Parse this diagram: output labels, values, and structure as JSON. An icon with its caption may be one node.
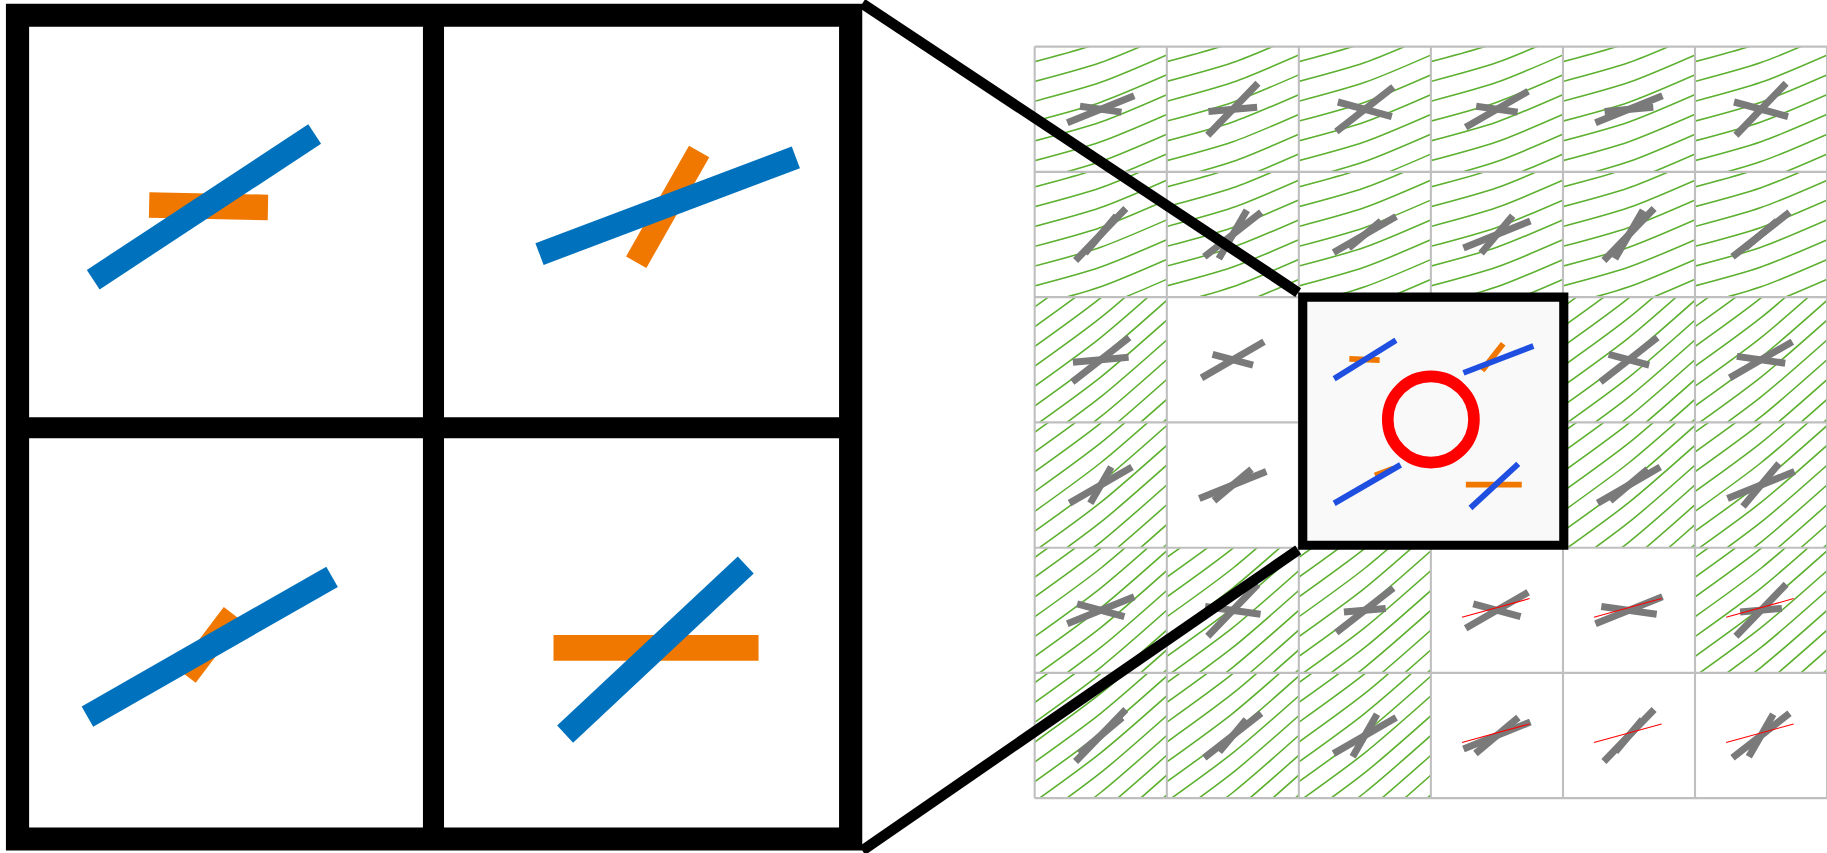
{
  "diagram": {
    "nodes": [
      {
        "text": [],
        "shape": "box"
      },
      {
        "text": [],
        "shape": "box"
      }
    ],
    "edges": [
      {
        "from": 0,
        "to": 1,
        "arrow": "none"
      },
      {
        "from": 0,
        "to": 1,
        "arrow": "none"
      }
    ]
  }
}
